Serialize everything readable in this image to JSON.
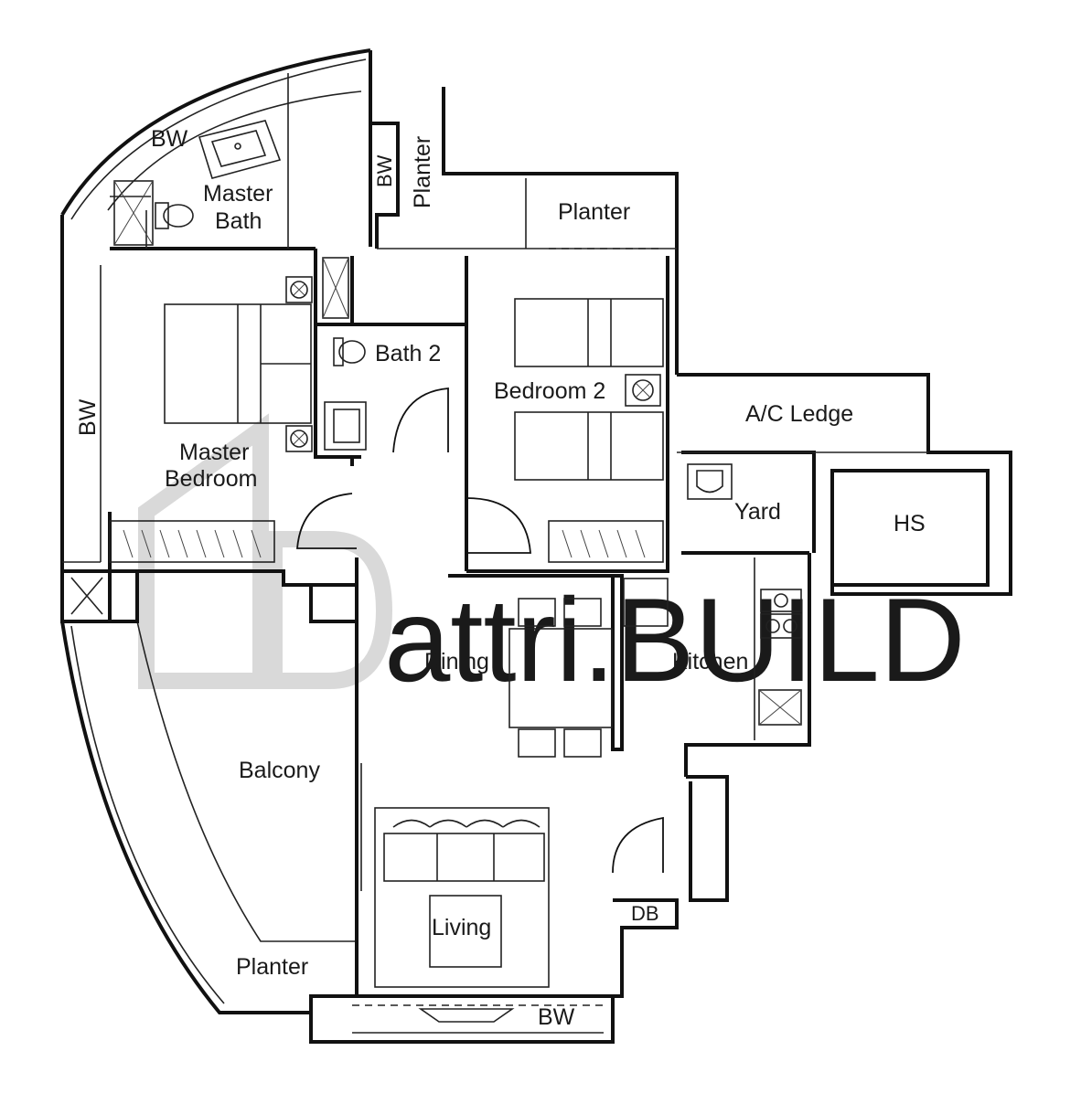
{
  "rooms": {
    "master_bath": [
      "Master",
      "Bath"
    ],
    "planter_top": "Planter",
    "planter_vertical": "Planter",
    "bw_vertical_small": "BW",
    "bw_top": "BW",
    "bw_left": "BW",
    "bw_bottom": "BW",
    "bath2": "Bath 2",
    "bedroom2": "Bedroom 2",
    "ac_ledge": "A/C Ledge",
    "master_bedroom": [
      "Master",
      "Bedroom"
    ],
    "yard": "Yard",
    "hs": "HS",
    "dining": "Dining",
    "kitchen": "Kitchen",
    "balcony": "Balcony",
    "living": "Living",
    "db": "DB",
    "planter_bottom": "Planter"
  },
  "watermark": {
    "text": "attri.BUILD"
  },
  "colors": {
    "wall": "#111111",
    "background": "#ffffff",
    "watermark": "#d9d9d9"
  }
}
